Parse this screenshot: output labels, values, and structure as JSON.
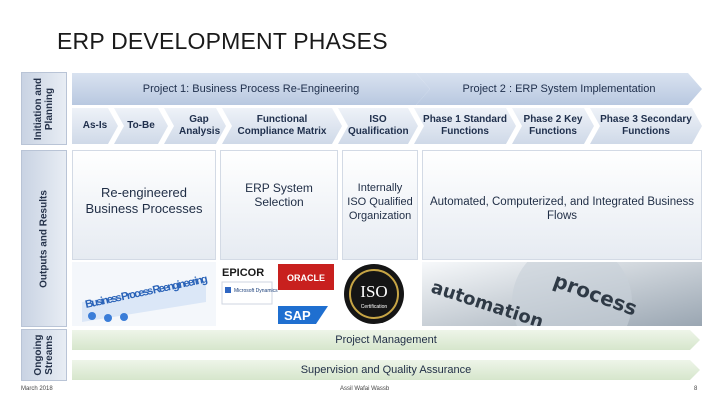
{
  "slide": {
    "title": "ERP DEVELOPMENT PHASES",
    "row_labels": {
      "initiation": "Initiation and Planning",
      "outputs": "Outputs and Results",
      "ongoing": "Ongoing Streams"
    },
    "projects": {
      "p1": "Project 1: Business Process Re-Engineering",
      "p2": "Project 2 : ERP System Implementation"
    },
    "steps": {
      "as_is": "As-Is",
      "to_be": "To-Be",
      "gap": "Gap Analysis",
      "fcm": "Functional Compliance Matrix",
      "iso_q": "ISO Qualification",
      "ph1": "Phase 1 Standard Functions",
      "ph2": "Phase 2 Key Functions",
      "ph3": "Phase 3 Secondary Functions"
    },
    "outputs": {
      "bpr": "Re-engineered Business Processes",
      "erp": "ERP System Selection",
      "iso": "Internally ISO Qualified Organization",
      "auto": "Automated, Computerized, and Integrated Business Flows"
    },
    "images": {
      "bpr_text": "Business Process Reengineering",
      "epicor": "EPICOR",
      "oracle": "ORACLE",
      "ms": "Microsoft Dynamics",
      "sap": "SAP",
      "iso_mark": "ISO",
      "iso_cert": "Certification",
      "automation_text": "automation",
      "process_text": "process"
    },
    "streams": {
      "pm": "Project Management",
      "sqa": "Supervision and Quality Assurance"
    },
    "footer": {
      "date": "March 2018",
      "author": "Assil Wafai Wassb",
      "page": "8"
    }
  }
}
